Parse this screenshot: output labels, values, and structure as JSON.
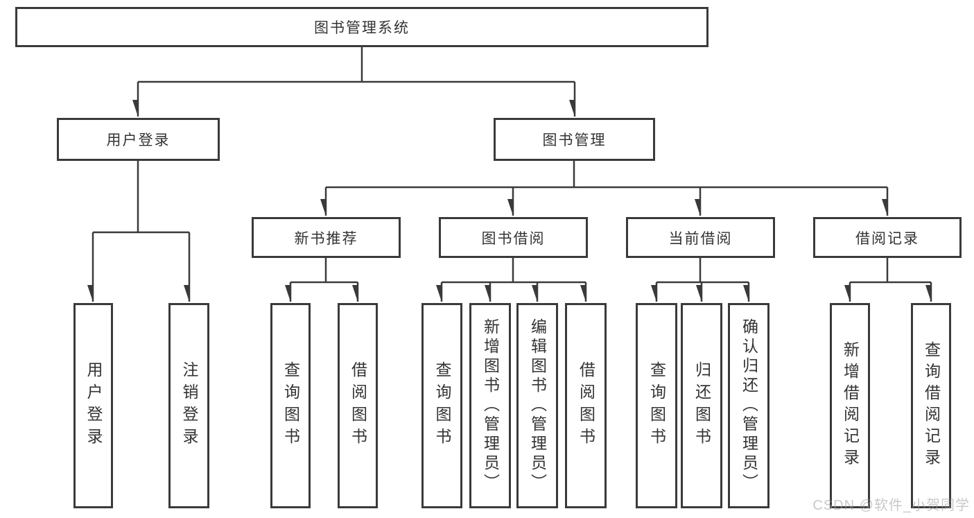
{
  "diagram": {
    "root": {
      "label": "图书管理系统",
      "children": [
        {
          "label": "用户登录",
          "children": [
            {
              "label": "用户登录"
            },
            {
              "label": "注销登录"
            }
          ]
        },
        {
          "label": "图书管理",
          "children": [
            {
              "label": "新书推荐",
              "children": [
                {
                  "label": "查询图书"
                },
                {
                  "label": "借阅图书"
                }
              ]
            },
            {
              "label": "图书借阅",
              "children": [
                {
                  "label": "查询图书"
                },
                {
                  "label": "新增图书（管理员）"
                },
                {
                  "label": "编辑图书（管理员）"
                },
                {
                  "label": "借阅图书"
                }
              ]
            },
            {
              "label": "当前借阅",
              "children": [
                {
                  "label": "查询图书"
                },
                {
                  "label": "归还图书"
                },
                {
                  "label": "确认归还（管理员）"
                }
              ]
            },
            {
              "label": "借阅记录",
              "children": [
                {
                  "label": "新增借阅记录"
                },
                {
                  "label": "查询借阅记录"
                }
              ]
            }
          ]
        }
      ]
    }
  },
  "colors": {
    "line": "#3a3a3a",
    "text": "#333333",
    "background": "#ffffff",
    "watermark": "#9a9a9a"
  },
  "watermark": {
    "text": "CSDN @软件_小贺同学"
  }
}
